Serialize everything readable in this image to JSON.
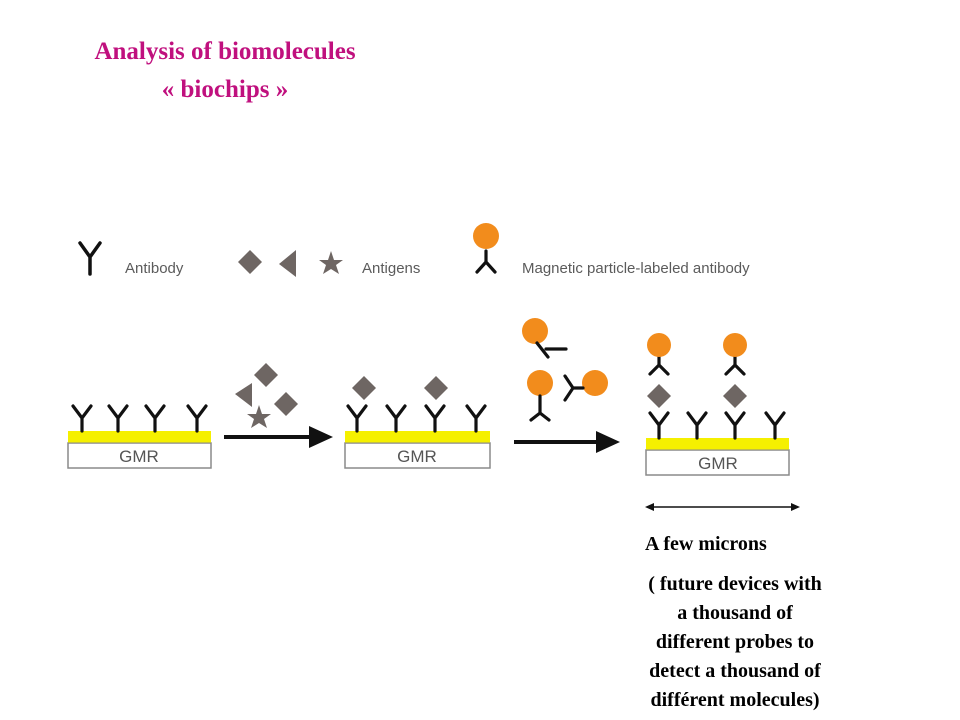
{
  "title": {
    "line1": "Analysis of biomolecules",
    "line2": "« biochips »"
  },
  "legend": {
    "antibody": "Antibody",
    "antigens": "Antigens",
    "labeled_antibody": "Magnetic particle-labeled antibody"
  },
  "sensor_label": "GMR",
  "scale_label": "A few microns",
  "note": [
    "( future devices with",
    "a thousand of",
    "different probes to",
    "detect a thousand of",
    "différent molecules)"
  ],
  "colors": {
    "title": "#c0107e",
    "antigen": "#6e6663",
    "particle": "#f28c1c",
    "sensor_top": "#f5f000"
  }
}
